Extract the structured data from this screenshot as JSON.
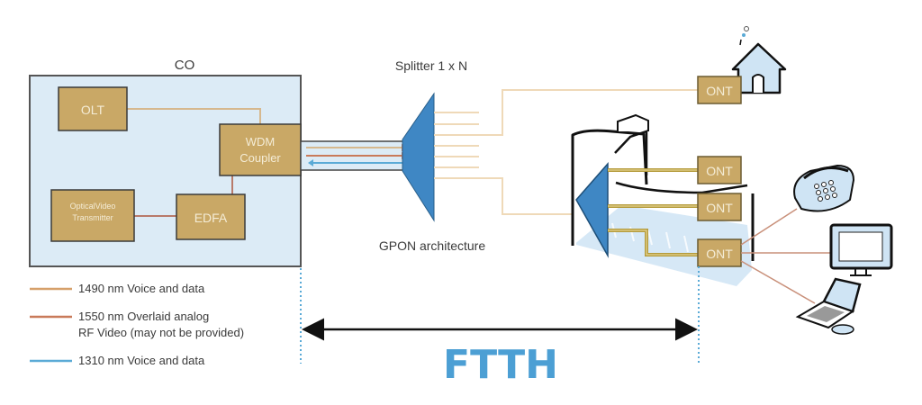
{
  "diagram": {
    "title": "GPON architecture",
    "co": {
      "label": "CO",
      "olt": "OLT",
      "wdm_line1": "WDM",
      "wdm_line2": "Coupler",
      "ovt_line1": "OpticalVideo",
      "ovt_line2": "Transmitter",
      "edfa": "EDFA"
    },
    "splitter_label": "Splitter 1 x N",
    "ont_labels": [
      "ONT",
      "ONT",
      "ONT",
      "ONT"
    ],
    "span_label": "FTTH",
    "legend": [
      {
        "line1": "1490 nm Voice and data",
        "line2": "",
        "color": "#d6a06a"
      },
      {
        "line1": "1550 nm Overlaid analog",
        "line2": "RF Video (may not be provided)",
        "color": "#c97a5a"
      },
      {
        "line1": "1310 nm Voice and data",
        "line2": "",
        "color": "#5aaad6"
      }
    ],
    "colors": {
      "box_fill": "#c9a866",
      "co_fill": "#dcebf6",
      "splitter_blue": "#3f87c4",
      "ftth_blue": "#4c9fd4",
      "fiber_light": "#efd9b8"
    }
  }
}
